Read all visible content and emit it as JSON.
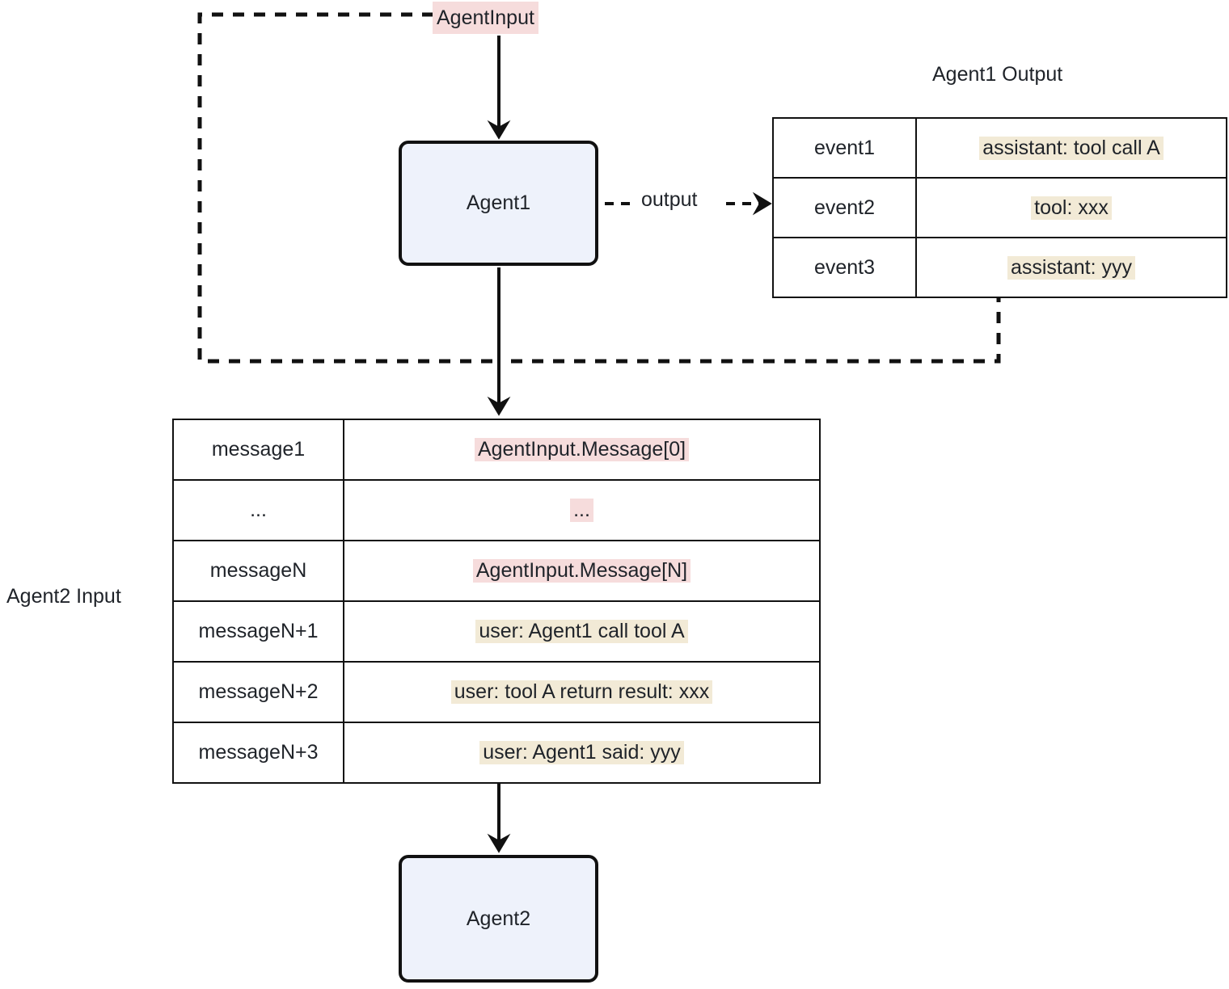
{
  "diagram": {
    "nodes": {
      "agent_input": {
        "label": "AgentInput"
      },
      "agent1": {
        "label": "Agent1"
      },
      "agent2": {
        "label": "Agent2"
      }
    },
    "edges": {
      "output_label": "output"
    },
    "agent1_output": {
      "title": "Agent1 Output",
      "rows": [
        {
          "key": "event1",
          "value": "assistant: tool call A"
        },
        {
          "key": "event2",
          "value": "tool: xxx"
        },
        {
          "key": "event3",
          "value": "assistant: yyy"
        }
      ]
    },
    "agent2_input": {
      "title": "Agent2 Input",
      "rows": [
        {
          "key": "message1",
          "value": "AgentInput.Message[0]"
        },
        {
          "key": "...",
          "value": "..."
        },
        {
          "key": "messageN",
          "value": "AgentInput.Message[N]"
        },
        {
          "key": "messageN+1",
          "value": "user: Agent1 call tool A"
        },
        {
          "key": "messageN+2",
          "value": "user: tool A return result: xxx"
        },
        {
          "key": "messageN+3",
          "value": "user: Agent1 said: yyy"
        }
      ]
    },
    "colors": {
      "node_fill": "#eef2fb",
      "node_stroke": "#111111",
      "highlight_pink": "#f6dcdc",
      "highlight_beige": "#f2ead6",
      "text": "#1f2329",
      "background": "#ffffff"
    }
  }
}
